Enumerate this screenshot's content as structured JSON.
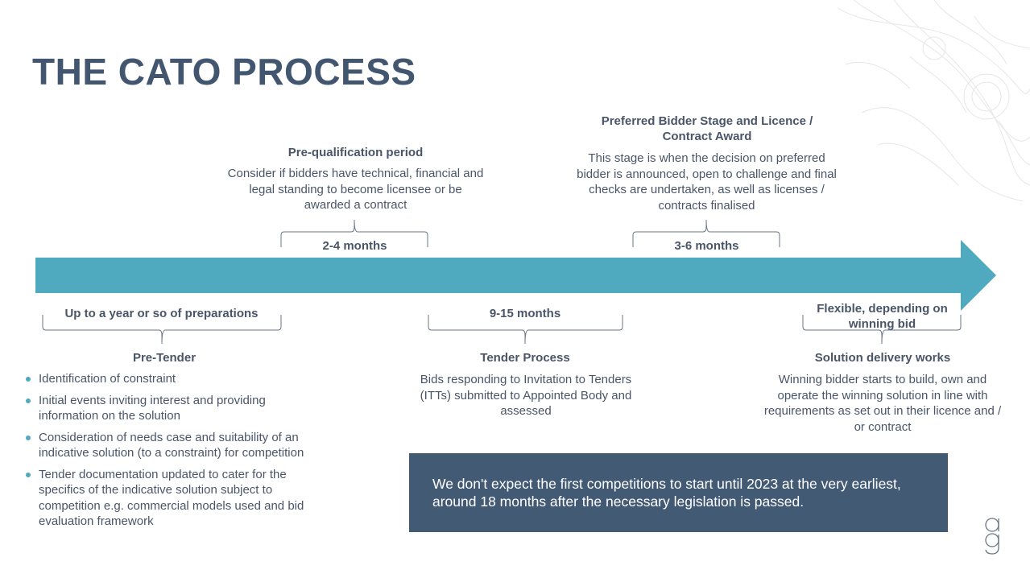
{
  "title": "THE CATO PROCESS",
  "stages_above": [
    {
      "heading": "Pre-qualification period",
      "description": "Consider if bidders have technical, financial and legal standing to become licensee or be awarded a contract",
      "duration": "2-4 months"
    },
    {
      "heading": "Preferred Bidder Stage and Licence / Contract Award",
      "description": "This stage is when the decision on preferred bidder is announced, open to challenge and final checks are undertaken, as well as licenses / contracts finalised",
      "duration": "3-6 months"
    }
  ],
  "stages_below": [
    {
      "duration": "Up to a year or so of preparations",
      "heading": "Pre-Tender",
      "bullets": [
        "Identification of constraint",
        "Initial events inviting interest and providing information on the solution",
        "Consideration of needs case and suitability of an indicative solution (to a constraint) for competition",
        "Tender documentation updated to cater for the specifics of the indicative solution subject to competition e.g. commercial models used and bid evaluation framework"
      ]
    },
    {
      "duration": "9-15 months",
      "heading": "Tender Process",
      "description": "Bids responding to Invitation to Tenders (ITTs) submitted to Appointed Body and assessed"
    },
    {
      "duration": "Flexible, depending on winning bid",
      "heading": "Solution delivery works",
      "description": "Winning bidder starts to build, own and operate the winning solution in line with requirements as set out in their licence and / or contract"
    }
  ],
  "callout": "We don't expect the first competitions to start until 2023 at the very earliest, around 18 months after the necessary legislation is passed.",
  "colors": {
    "title": "#435670",
    "arrow": "#4faabf",
    "callout_bg": "#435a75",
    "text": "#4a5568"
  },
  "icons": {
    "logo": "ag-monogram-logo",
    "decoration": "botanical-line-art"
  }
}
